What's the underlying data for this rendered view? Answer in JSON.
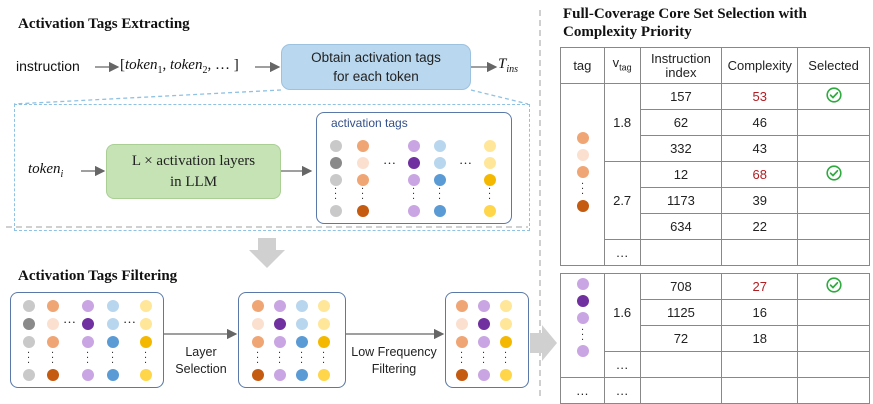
{
  "extract": {
    "title": "Activation Tags Extracting",
    "instruction": "instruction",
    "token_list_open": "[",
    "token_word": "token",
    "sub1": "1",
    "sub2": "2",
    "token_list_tail": ", … ]",
    "obtain_box": [
      "Obtain activation tags",
      "for each token"
    ],
    "t_base": "T",
    "t_sub": "ins",
    "token_i_base": "token",
    "token_i_sub": "i",
    "llm_box": [
      "L × activation layers",
      "in LLM"
    ],
    "tags_label": "activation tags",
    "ellipsis": "…"
  },
  "filter": {
    "title": "Activation Tags Filtering",
    "layer_selection": [
      "Layer",
      "Selection"
    ],
    "low_freq": [
      "Low Frequency",
      "Filtering"
    ],
    "ellipsis": "…"
  },
  "core": {
    "title": [
      "Full-Coverage Core Set Selection with",
      "Complexity Priority"
    ],
    "headers": {
      "tag": "tag",
      "v_base": "v",
      "v_sub": "tag",
      "index": [
        "Instruction",
        "index"
      ],
      "complexity": "Complexity",
      "selected": "Selected"
    },
    "groups": [
      {
        "v": "1.8",
        "rows": [
          {
            "index": "157",
            "complexity": "53",
            "highlight": true,
            "selected": true
          },
          {
            "index": "62",
            "complexity": "46",
            "highlight": false,
            "selected": false
          },
          {
            "index": "332",
            "complexity": "43",
            "highlight": false,
            "selected": false
          }
        ]
      },
      {
        "v": "2.7",
        "rows": [
          {
            "index": "12",
            "complexity": "68",
            "highlight": true,
            "selected": true
          },
          {
            "index": "1173",
            "complexity": "39",
            "highlight": false,
            "selected": false
          },
          {
            "index": "634",
            "complexity": "22",
            "highlight": false,
            "selected": false
          }
        ]
      },
      {
        "v": "1.6",
        "rows": [
          {
            "index": "708",
            "complexity": "27",
            "highlight": true,
            "selected": true
          },
          {
            "index": "1125",
            "complexity": "16",
            "highlight": false,
            "selected": false
          },
          {
            "index": "72",
            "complexity": "18",
            "highlight": false,
            "selected": false
          }
        ]
      }
    ],
    "ellipsis": "…"
  },
  "colors": {
    "gray": "#c9c9c9",
    "dark_gray": "#8a8a8a",
    "orange": "#f0a574",
    "peach": "#fbe0cf",
    "dark_orange": "#c55a11",
    "purple": "#c9a5e3",
    "dark_purple": "#7030a0",
    "light_blue": "#b8d6ee",
    "blue": "#5b9bd5",
    "light_yellow": "#ffe699",
    "yellow": "#ffd54a",
    "dark_yellow": "#f5b800",
    "arrow_gray": "#d0d0d0",
    "check_green": "#2eaa3f",
    "highlight_red": "#b01e23"
  },
  "icons": {
    "check": "check-circle-icon",
    "big_down_arrow": "down-arrow-icon",
    "big_right_arrow": "right-arrow-icon"
  }
}
